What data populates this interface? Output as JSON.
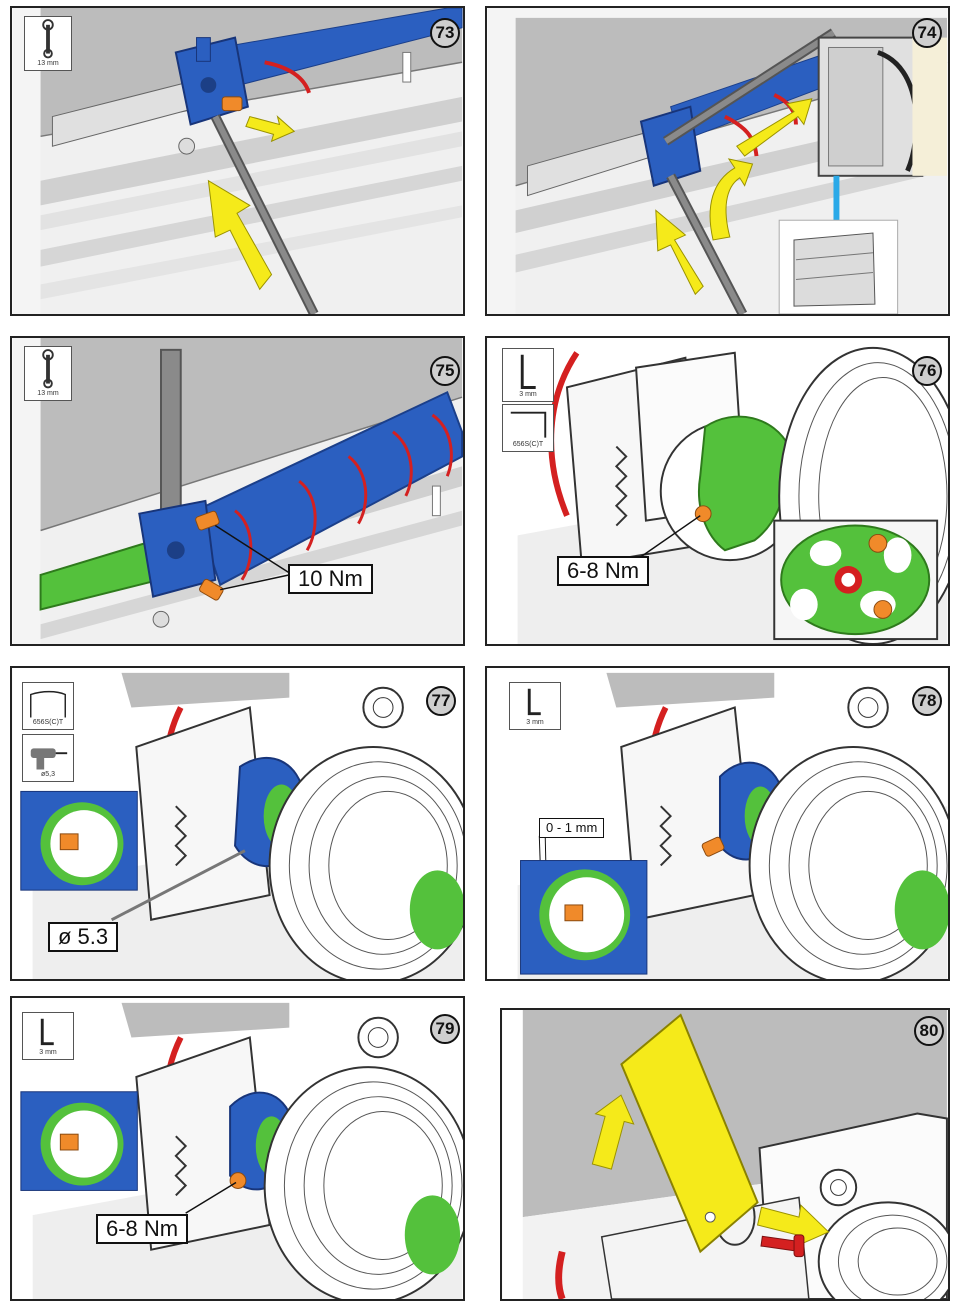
{
  "panels": [
    {
      "number": "73",
      "tool_caption": "13 mm"
    },
    {
      "number": "74"
    },
    {
      "number": "75",
      "tool_caption": "13 mm",
      "torque_label": "10 Nm"
    },
    {
      "number": "76",
      "tool_caption": "3 mm",
      "tool2_caption": "656S(C)T",
      "torque_label": "6-8 Nm"
    },
    {
      "number": "77",
      "tool_caption": "656S(C)T",
      "tool2_caption": "ø5,3",
      "drill_label": "ø 5.3"
    },
    {
      "number": "78",
      "tool_caption": "3 mm",
      "gap_label": "0 - 1 mm"
    },
    {
      "number": "79",
      "tool_caption": "3 mm",
      "torque_label": "6-8 Nm"
    },
    {
      "number": "80"
    }
  ],
  "colors": {
    "shaft_blue": "#2b5fc0",
    "spring_red": "#d42020",
    "bolt_orange": "#f08a2a",
    "arrow_yellow": "#f5ea1a",
    "green_part": "#54c13c",
    "cyan_arrow": "#2aa9e8",
    "wall_grey": "#bcbcbc"
  }
}
